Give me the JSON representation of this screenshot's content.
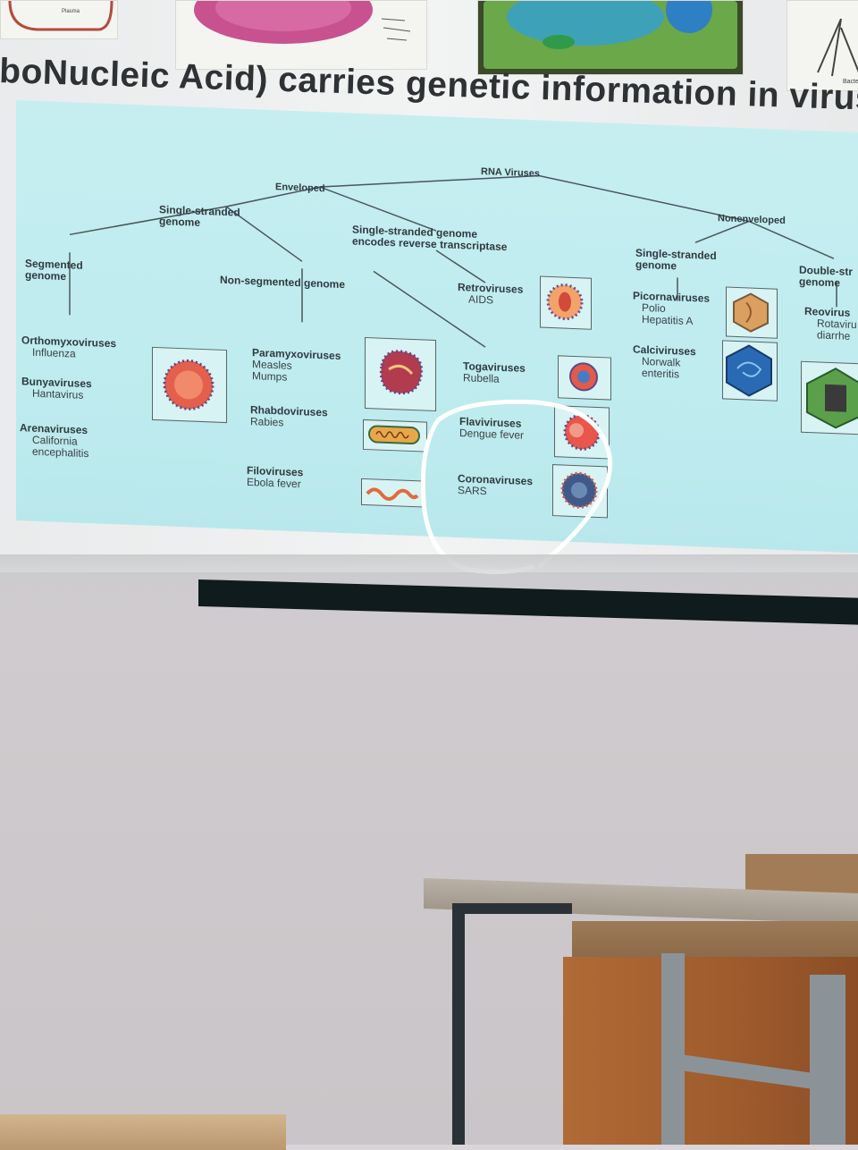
{
  "slide": {
    "title": "boNucleic Acid) carries genetic information in viruse"
  },
  "diagram": {
    "root": "RNA Viruses",
    "enveloped": "Enveloped",
    "nonenveloped": "Nonenveloped",
    "ss_genome": "Single-stranded genome",
    "ss_reverse": "Single-stranded genome encodes reverse transcriptase",
    "ss_nonenv": "Single-stranded genome",
    "ds_nonenv": "Double-str genome",
    "segmented": "Segmented genome",
    "non_segmented": "Non-segmented genome",
    "families": [
      {
        "name": "Orthomyxoviruses",
        "example": "Influenza"
      },
      {
        "name": "Bunyaviruses",
        "example": "Hantavirus"
      },
      {
        "name": "Arenaviruses",
        "example": "California encephalitis"
      },
      {
        "name": "Paramyxoviruses",
        "example": "Measles Mumps"
      },
      {
        "name": "Rhabdoviruses",
        "example": "Rabies"
      },
      {
        "name": "Filoviruses",
        "example": "Ebola fever"
      },
      {
        "name": "Togaviruses",
        "example": "Rubella"
      },
      {
        "name": "Flaviviruses",
        "example": "Dengue fever"
      },
      {
        "name": "Coronaviruses",
        "example": "SARS"
      },
      {
        "name": "Retroviruses",
        "example": "AIDS"
      },
      {
        "name": "Picornaviruses",
        "example": "Polio Hepatitis A"
      },
      {
        "name": "Calciviruses",
        "example": "Norwalk enteritis"
      },
      {
        "name": "Reovirus",
        "example": "Rotaviru diarrhe"
      }
    ]
  },
  "thumbnails": {
    "t1_caption": "Plasma",
    "t4_caption": "Bacte"
  },
  "colors": {
    "diagram_bg": "#c2edf0",
    "annotation_stroke": "#ffffff",
    "desk_wood": "#9d5a2c"
  }
}
